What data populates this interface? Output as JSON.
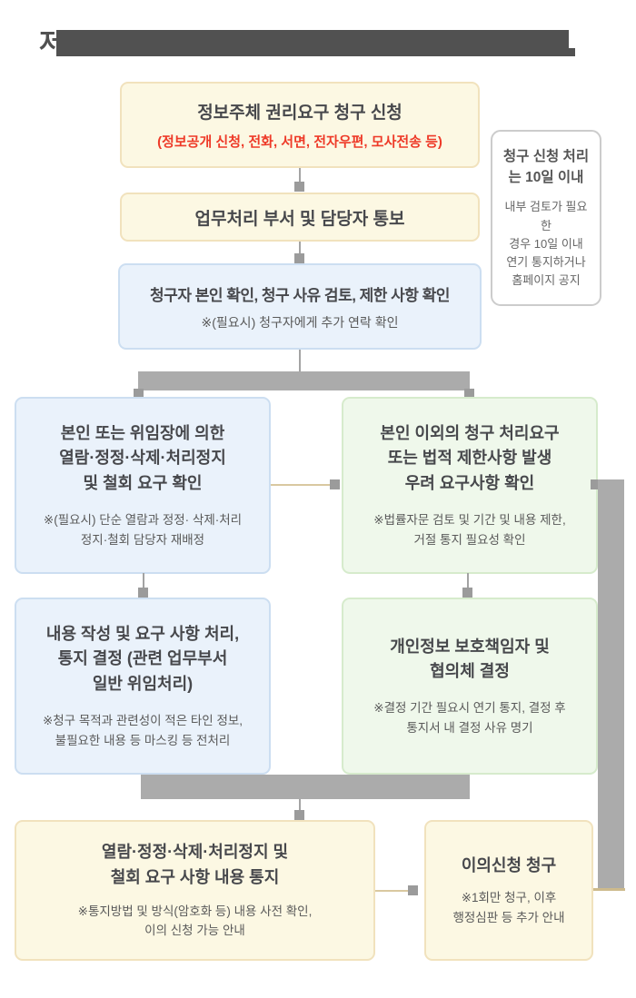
{
  "title": {
    "redacted": true,
    "fragment_left": "저"
  },
  "note": {
    "title": "청구 신청 처리\n는 10일 이내",
    "body": "내부 검토가 필요한\n경우 10일 이내\n연기 통지하거나\n홈페이지 공지"
  },
  "flow": {
    "request": {
      "title": "정보주체 권리요구 청구 신청",
      "methods": "(정보공개 신청, 전화, 서면, 전자우편, 모사전송 등)"
    },
    "notify_dept": {
      "title": "업무처리 부서 및 담당자 통보"
    },
    "verify": {
      "title": "청구자 본인 확인, 청구 사유 검토, 제한 사항 확인",
      "note": "※(필요시) 청구자에게 추가 연락 확인"
    },
    "self_request": {
      "title": "본인 또는 위임장에 의한\n열람·정정·삭제·처리정지\n및 철회 요구 확인",
      "note": "※(필요시) 단순 열람과 정정· 삭제·처리\n정지·철회 담당자 재배정"
    },
    "third_party_request": {
      "title": "본인 이외의 청구 처리요구\n또는 법적 제한사항 발생\n우려 요구사항 확인",
      "note": "※법률자문 검토 및 기간 및 내용 제한,\n거절 통지 필요성 확인"
    },
    "process_notice_decision": {
      "title": "내용 작성 및 요구 사항 처리,\n통지 결정 (관련 업무부서\n일반 위임처리)",
      "note": "※청구 목적과 관련성이 적은 타인 정보,\n불필요한 내용 등 마스킹 등 전처리"
    },
    "cpo_decision": {
      "title": "개인정보 보호책임자 및\n협의체 결정",
      "note": "※결정 기간 필요시 연기 통지, 결정 후\n통지서 내 결정 사유 명기"
    },
    "result_notice": {
      "title": "열람·정정·삭제·처리정지 및\n철회 요구 사항 내용 통지",
      "note": "※통지방법 및 방식(암호화 등) 내용 사전 확인,\n이의 신청 가능 안내"
    },
    "objection": {
      "title": "이의신청 청구",
      "note": "※1회만 청구, 이후\n행정심판 등 추가 안내"
    }
  },
  "colors": {
    "cream_fill": "#fcf8e3",
    "cream_border": "#f1e2bd",
    "blue_fill": "#eaf2fb",
    "blue_border": "#ccdef1",
    "green_fill": "#eff8eb",
    "green_border": "#d6ebcc",
    "red_text": "#ee3a28",
    "connector_gray": "#ababab",
    "connector_tan": "#d9c8a0",
    "redaction_bar": "#515151"
  }
}
